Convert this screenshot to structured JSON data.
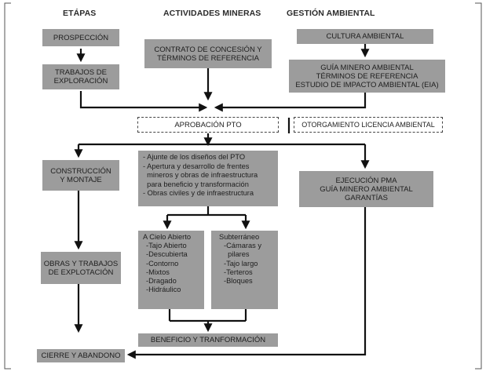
{
  "headers": {
    "etapas": "ETÁPAS",
    "actividades": "ACTIVIDADES MINERAS",
    "gestion": "GESTIÓN AMBIENTAL"
  },
  "boxes": {
    "prospeccion": "PROSPECCIÓN",
    "trabajos_exploracion": [
      "TRABAJOS DE",
      "EXPLORACIÓN"
    ],
    "contrato": [
      "CONTRATO DE CONCESIÓN Y",
      "TÉRMINOS DE REFERENCIA"
    ],
    "cultura": "CULTURA AMBIENTAL",
    "guia": [
      "GUÍA MINERO AMBIENTAL",
      "TÉRMINOS DE REFERENCIA",
      "ESTUDIO DE IMPACTO AMBIENTAL (EIA)"
    ],
    "aprobacion": "APROBACIÓN PTO",
    "otorgamiento": "OTORGAMIENTO LICENCIA AMBIENTAL",
    "construccion": [
      "CONSTRUCCIÓN",
      "Y MONTAJE"
    ],
    "ajuste": [
      "- Ajunte de los diseños del PTO",
      "- Apertura y desarrollo de frentes",
      "  mineros y obras de infraestructura",
      "  para beneficio y transformación",
      "- Obras civiles y de infraestructura"
    ],
    "ejecucion": [
      "EJECUCIÓN PMA",
      "GUÍA MINERO AMBIENTAL",
      "GARANTÍAS"
    ],
    "obras": [
      "OBRAS Y TRABAJOS",
      "DE EXPLOTACIÓN"
    ],
    "cielo": [
      "A Cielo Abierto",
      "-Tajo Abierto",
      "-Descubierta",
      "-Contorno",
      "-Mixtos",
      "-Dragado",
      "-Hidráulico"
    ],
    "subterraneo": [
      "Subterráneo",
      "-Cámaras y",
      "  pilares",
      "-Tajo largo",
      "-Terteros",
      "-Bloques"
    ],
    "beneficio": "BENEFICIO Y TRANFORMACIÓN",
    "cierre": "CIERRE Y ABANDONO"
  }
}
